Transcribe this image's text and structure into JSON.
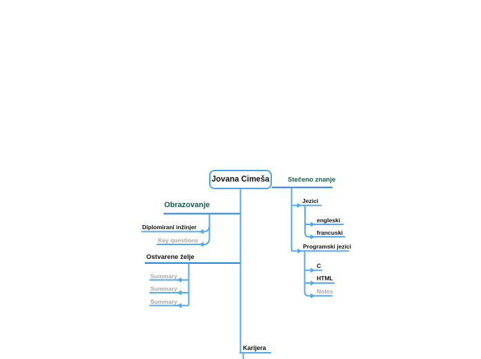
{
  "mindmap": {
    "root": {
      "label": "Jovana Cimeša"
    },
    "branches": [
      {
        "label": "Stečeno znanje",
        "side": "right",
        "children": [
          {
            "label": "Jezici",
            "children": [
              {
                "label": "engleski"
              },
              {
                "label": "francuski"
              }
            ]
          },
          {
            "label": "Programski jezici",
            "children": [
              {
                "label": "C"
              },
              {
                "label": "HTML"
              },
              {
                "label": "Notes",
                "muted": true
              }
            ]
          }
        ]
      },
      {
        "label": "Obrazovanje",
        "side": "left",
        "children": [
          {
            "label": "Diplomirani inžinjer"
          },
          {
            "label": "Key questions",
            "muted": true
          }
        ]
      },
      {
        "label": "Ostvarene želje",
        "side": "left",
        "children": [
          {
            "label": "Summary",
            "muted": true
          },
          {
            "label": "Summary",
            "muted": true
          },
          {
            "label": "Summary",
            "muted": true
          }
        ]
      },
      {
        "label": "Karijera",
        "side": "bottom",
        "children": []
      }
    ]
  },
  "colors": {
    "edge_light": "#4fa9ee",
    "edge_dark": "#1d7fd8",
    "root_border": "#45a4ec",
    "heading_text": "#155c4e",
    "muted_text": "#a6a6a6",
    "node_text": "#101010"
  }
}
